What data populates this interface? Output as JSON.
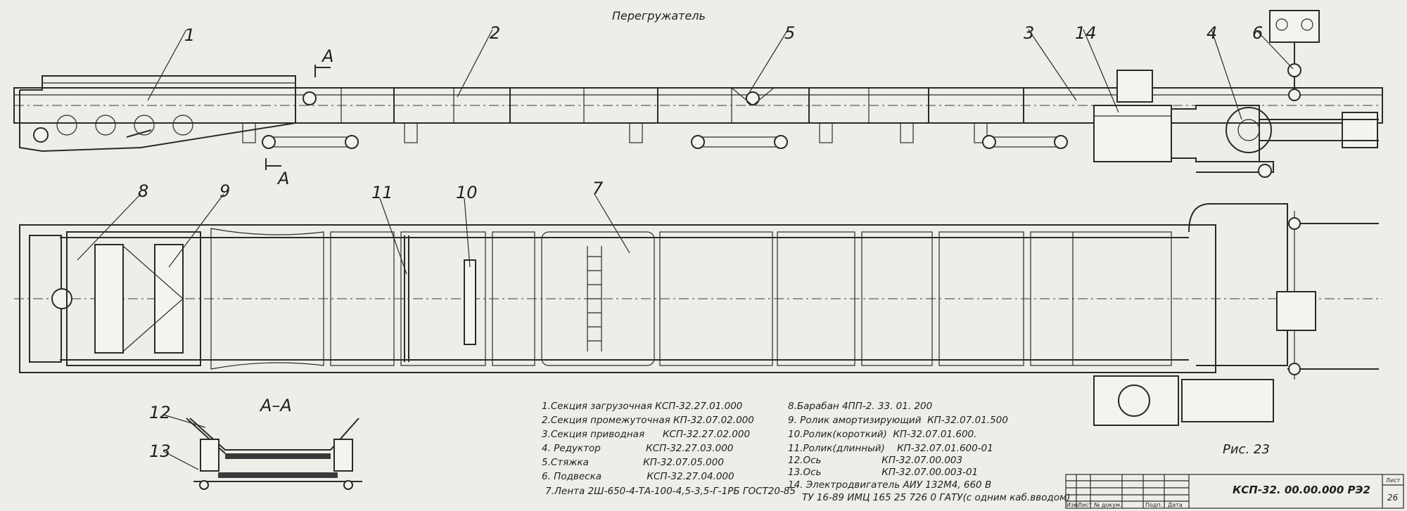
{
  "title": "Перегружатель",
  "callouts": [
    "1",
    "2",
    "5",
    "3",
    "14",
    "4",
    "6",
    "8",
    "9",
    "11",
    "10",
    "7",
    "12",
    "13"
  ],
  "section_mark": "А",
  "section_title": "А–А",
  "figure_caption": "Рис. 23",
  "legend": [
    "1.Секция загрузочная КСП-32.27.01.000",
    "2.Секция промежуточная КП-32.07.02.000",
    "3.Секция приводная      КСП-32.27.02.000",
    "4. Редуктор               КСП-32.27.03.000",
    "5.Стяжка                  КП-32.07.05.000",
    "6. Подвеска               КСП-32.27.04.000",
    "7.Лента 2Ш-650-4-ТА-100-4,5-3,5-Г-1РБ ГОСТ20-85",
    "8.Барабан 4ПП-2. 33. 01. 200",
    "9. Ролик амортизирующий  КП-32.07.01.500",
    "10.Ролик(короткий)  КП-32.07.01.600.",
    "11.Ролик(длинный)    КП-32.07.01.600-01",
    "12.Ось                    КП-32.07.00.003",
    "13.Ось                    КП-32.07.00.003-01",
    "14. Электродвигатель АИУ 132М4, 660 В",
    "ТУ 16-89 ИМЦ 165 25 726 0 ГАТУ(с одним каб.вводом)"
  ],
  "title_block": {
    "document_code": "КСП-32. 00.00.000 РЭ2",
    "sheet_label": "Лист",
    "sheet_number": "26",
    "columns": [
      "Изм.",
      "Лист",
      "№ докум.",
      "Подп.",
      "Дата"
    ]
  }
}
